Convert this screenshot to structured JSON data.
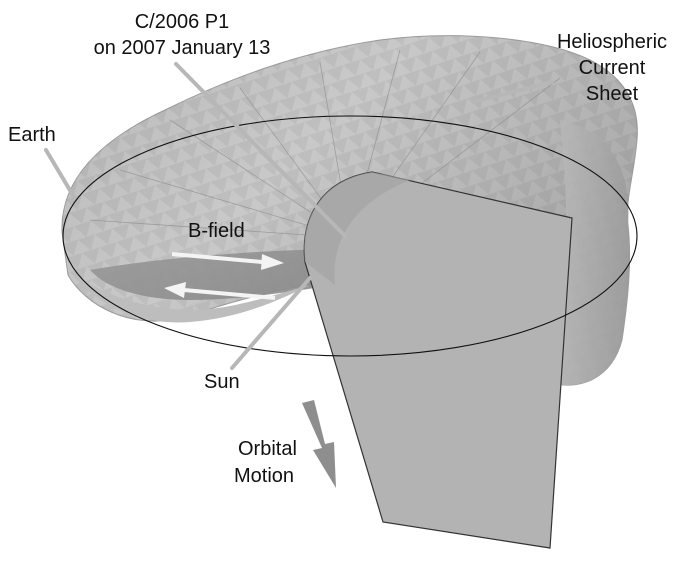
{
  "labels": {
    "comet_line1": "C/2006 P1",
    "comet_line2": "on 2007 January 13",
    "hcs_line1": "Heliospheric",
    "hcs_line2": "Current",
    "hcs_line3": "Sheet",
    "earth": "Earth",
    "bfield": "B-field",
    "sun": "Sun",
    "motion_line1": "Orbital",
    "motion_line2": "Motion"
  },
  "colors": {
    "sheet_light": "#c8c8c8",
    "sheet_mid": "#a9a9a9",
    "sheet_dark": "#8a8a8a",
    "panel": "#b2b2b2",
    "orbit": "#111111",
    "pointer": "#b4b4b4",
    "field_arrow": "#f2f2f2",
    "motion_arrow": "#8f8f8f"
  }
}
